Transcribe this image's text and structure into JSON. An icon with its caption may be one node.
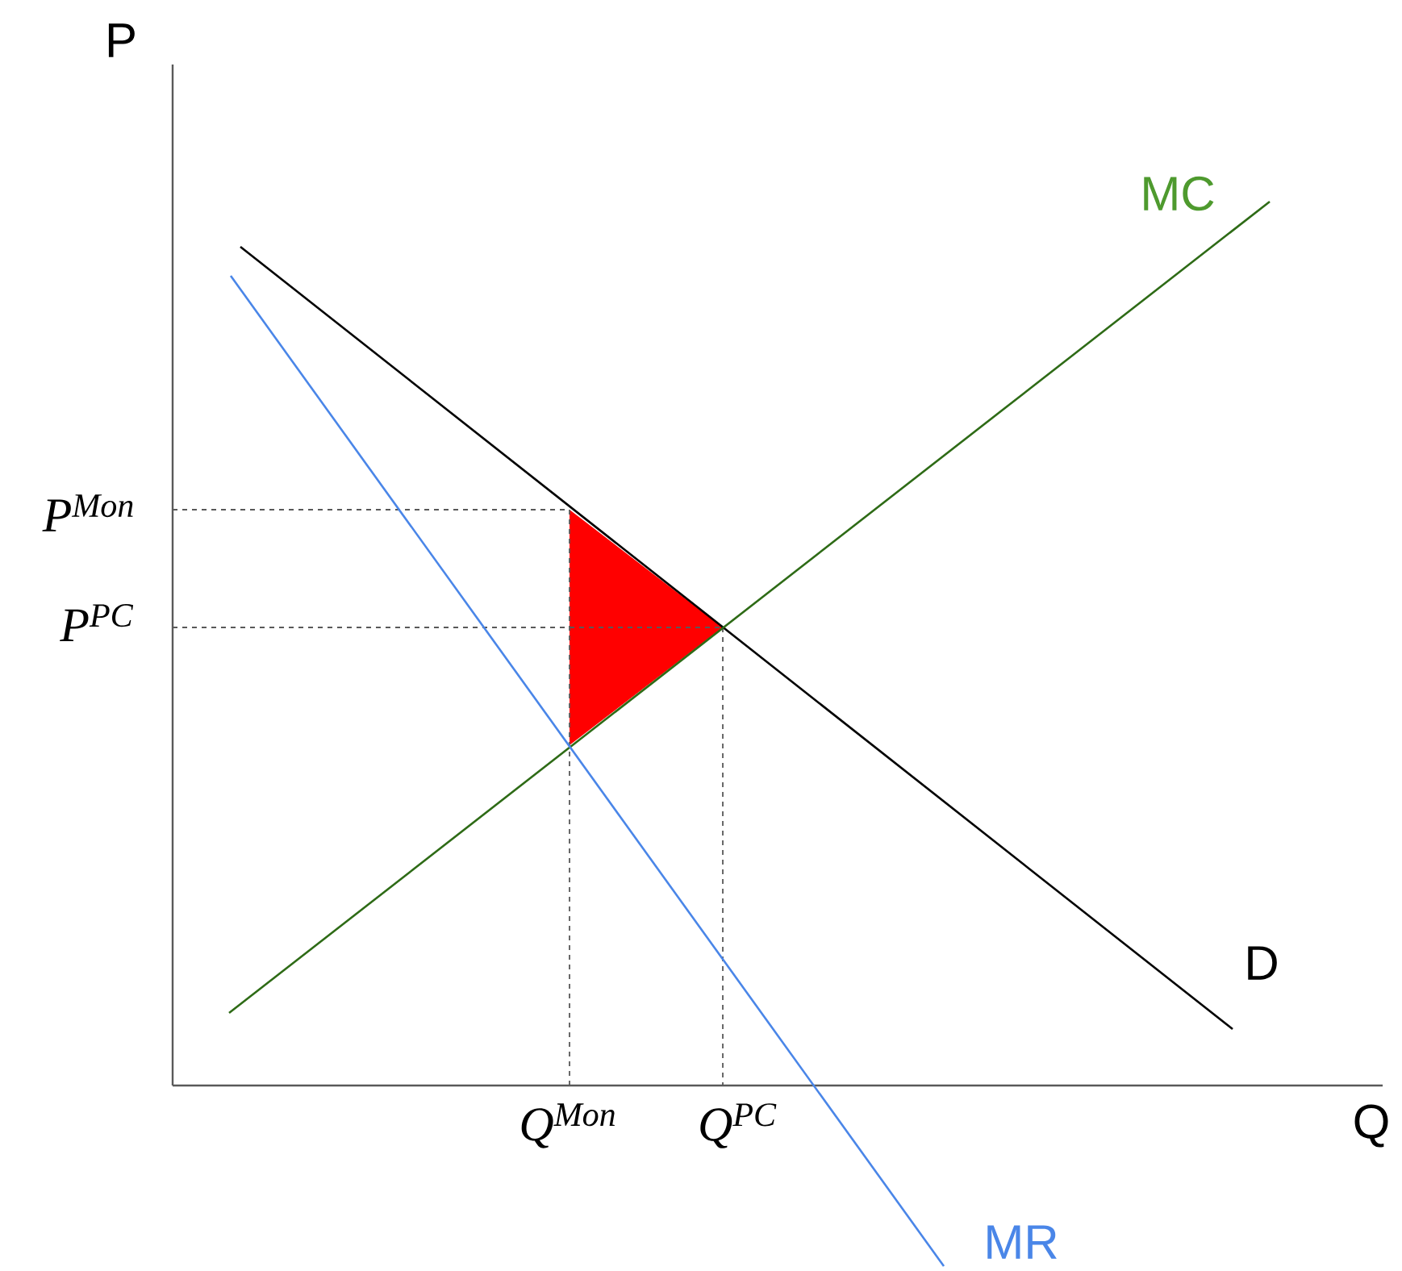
{
  "diagram": {
    "nodes": [
      {
        "text": [],
        "shape": "triangle"
      }
    ],
    "labels": [
      "P",
      "MC",
      "P$^{Mon}$",
      "P$^{PC}$",
      "D",
      "Q$^{Mon}$",
      "Q$^{PC}$",
      "Q",
      "MR"
    ]
  }
}
